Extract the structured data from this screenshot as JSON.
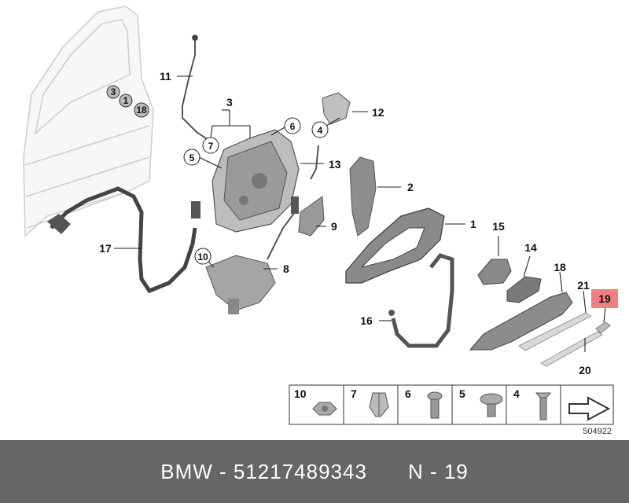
{
  "diagram": {
    "part_labels": {
      "l1": "1",
      "l2": "2",
      "l3": "3",
      "l4": "4",
      "l5": "5",
      "l6": "6",
      "l7": "7",
      "l8": "8",
      "l9": "9",
      "l10": "10",
      "l11": "11",
      "l12": "12",
      "l13": "13",
      "l14": "14",
      "l15": "15",
      "l16": "16",
      "l17": "17",
      "l18": "18",
      "l19": "19",
      "l20": "20",
      "l21": "21"
    },
    "door_callouts": {
      "c3": "3",
      "c1": "1",
      "c18": "18"
    },
    "highlight_color": "#f08080",
    "hardware_legend": [
      {
        "num": "10",
        "icon": "hex-flange-nut-icon"
      },
      {
        "num": "7",
        "icon": "expanding-nut-icon"
      },
      {
        "num": "6",
        "icon": "torx-bolt-icon"
      },
      {
        "num": "5",
        "icon": "torx-washer-screw-icon"
      },
      {
        "num": "4",
        "icon": "countersunk-screw-icon"
      },
      {
        "num": "",
        "icon": "direction-arrow-icon"
      }
    ],
    "drawing_number": "504922"
  },
  "footer": {
    "brand_part": "BMW - 51217489343",
    "ref": "N - 19"
  }
}
